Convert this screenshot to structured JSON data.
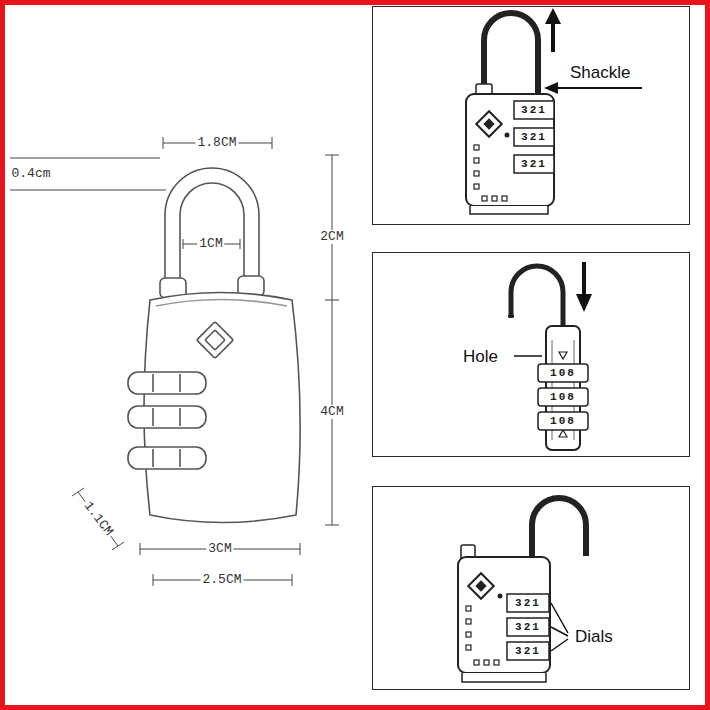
{
  "diagram": {
    "nodes": [
      {
        "text": [
          "Shackle"
        ]
      },
      {
        "text": [
          "Hole"
        ]
      },
      {
        "text": [
          "Dials"
        ]
      }
    ],
    "labels": [
      "1.8CM",
      "0.4cm",
      "1CM",
      "2CM",
      "4CM",
      "1.1CM",
      "3CM",
      "2.5CM",
      "321",
      "321",
      "321",
      "108",
      "108",
      "108",
      "321",
      "321",
      "321"
    ]
  }
}
